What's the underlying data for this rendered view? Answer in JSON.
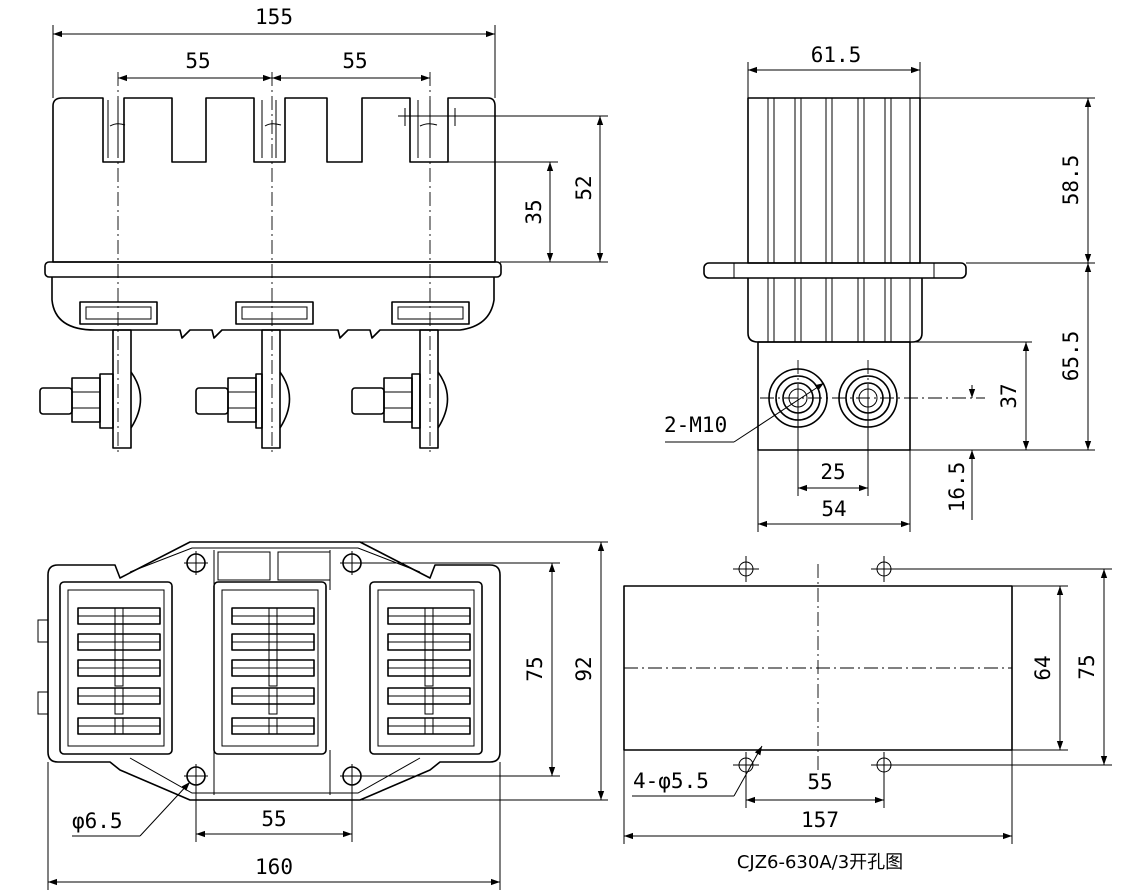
{
  "front_view": {
    "overall_width": "155",
    "pitch_left": "55",
    "pitch_right": "55",
    "height_slot": "35",
    "height_total": "52"
  },
  "side_view": {
    "width": "61.5",
    "height_upper": "58.5",
    "height_lower": "65.5",
    "terminal_height": "37",
    "terminal_offset": "16.5",
    "terminal_pitch": "25",
    "base_width": "54",
    "thread_callout": "2-M10"
  },
  "bottom_view": {
    "overall_width": "160",
    "hole_pitch": "55",
    "height_inner": "75",
    "height_outer": "92",
    "hole_callout": "φ6.5"
  },
  "cutout_view": {
    "width": "157",
    "hole_pitch": "55",
    "height_inner": "64",
    "height_outer": "75",
    "hole_callout": "4-φ5.5",
    "caption": "CJZ6-630A/3开孔图"
  }
}
